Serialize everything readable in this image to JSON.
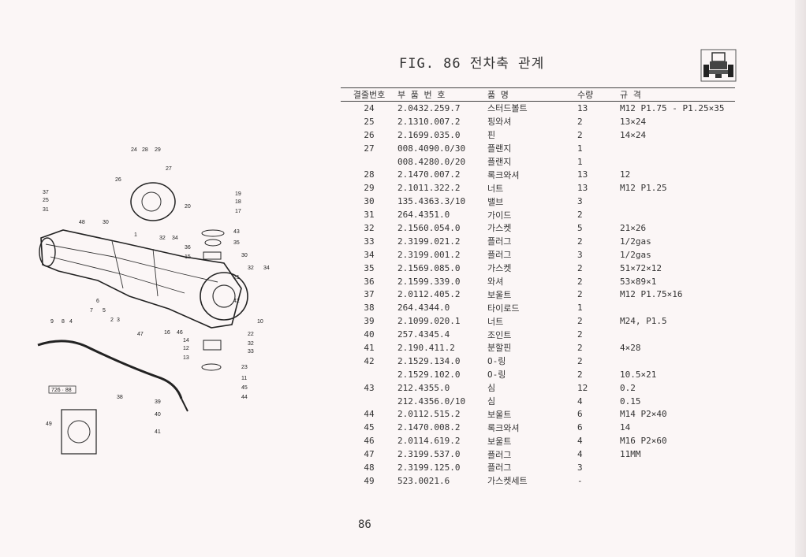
{
  "figure": {
    "title": "FIG. 86 전차축 관계"
  },
  "table": {
    "headers": {
      "ref": "결줄번호",
      "part_no": "부 품 번 호",
      "name": "품     명",
      "qty": "수량",
      "spec": "규          격"
    },
    "rows": [
      {
        "ref": "24",
        "part": "2.0432.259.7",
        "name": "스터드볼트",
        "qty": "13",
        "spec": "M12  P1.75 - P1.25×35"
      },
      {
        "ref": "25",
        "part": "2.1310.007.2",
        "name": "핑와셔",
        "qty": "2",
        "spec": "13×24"
      },
      {
        "ref": "26",
        "part": "2.1699.035.0",
        "name": "핀",
        "qty": "2",
        "spec": "14×24"
      },
      {
        "ref": "27",
        "part": "008.4090.0/30",
        "name": "플랜지",
        "qty": "1",
        "spec": ""
      },
      {
        "ref": "",
        "part": "008.4280.0/20",
        "name": "플랜지",
        "qty": "1",
        "spec": ""
      },
      {
        "ref": "28",
        "part": "2.1470.007.2",
        "name": "록크와셔",
        "qty": "13",
        "spec": "12"
      },
      {
        "ref": "29",
        "part": "2.1011.322.2",
        "name": "너트",
        "qty": "13",
        "spec": "M12 P1.25"
      },
      {
        "ref": "30",
        "part": "135.4363.3/10",
        "name": "밸브",
        "qty": "3",
        "spec": ""
      },
      {
        "ref": "31",
        "part": "264.4351.0",
        "name": "가이드",
        "qty": "2",
        "spec": ""
      },
      {
        "ref": "32",
        "part": "2.1560.054.0",
        "name": "가스켓",
        "qty": "5",
        "spec": "21×26"
      },
      {
        "ref": "33",
        "part": "2.3199.021.2",
        "name": "플러그",
        "qty": "2",
        "spec": "1/2gas"
      },
      {
        "ref": "34",
        "part": "2.3199.001.2",
        "name": "플러그",
        "qty": "3",
        "spec": "1/2gas"
      },
      {
        "ref": "35",
        "part": "2.1569.085.0",
        "name": "가스켓",
        "qty": "2",
        "spec": "51×72×12"
      },
      {
        "ref": "36",
        "part": "2.1599.339.0",
        "name": "와셔",
        "qty": "2",
        "spec": "53×89×1"
      },
      {
        "ref": "37",
        "part": "2.0112.405.2",
        "name": "보울트",
        "qty": "2",
        "spec": "M12  P1.75×16"
      },
      {
        "ref": "38",
        "part": "264.4344.0",
        "name": "타이로드",
        "qty": "1",
        "spec": ""
      },
      {
        "ref": "39",
        "part": "2.1099.020.1",
        "name": "너트",
        "qty": "2",
        "spec": "M24, P1.5"
      },
      {
        "ref": "40",
        "part": "257.4345.4",
        "name": "조인트",
        "qty": "2",
        "spec": ""
      },
      {
        "ref": "41",
        "part": "2.190.411.2",
        "name": "분할핀",
        "qty": "2",
        "spec": "4×28"
      },
      {
        "ref": "42",
        "part": "2.1529.134.0",
        "name": "O-링",
        "qty": "2",
        "spec": ""
      },
      {
        "ref": "",
        "part": "2.1529.102.0",
        "name": "O-링",
        "qty": "2",
        "spec": "10.5×21"
      },
      {
        "ref": "43",
        "part": "212.4355.0",
        "name": "심",
        "qty": "12",
        "spec": "0.2"
      },
      {
        "ref": "",
        "part": "212.4356.0/10",
        "name": "심",
        "qty": "4",
        "spec": "0.15"
      },
      {
        "ref": "44",
        "part": "2.0112.515.2",
        "name": "보울트",
        "qty": "6",
        "spec": "M14  P2×40"
      },
      {
        "ref": "45",
        "part": "2.1470.008.2",
        "name": "록크와셔",
        "qty": "6",
        "spec": "14"
      },
      {
        "ref": "46",
        "part": "2.0114.619.2",
        "name": "보울트",
        "qty": "4",
        "spec": "M16  P2×60"
      },
      {
        "ref": "47",
        "part": "2.3199.537.0",
        "name": "플러그",
        "qty": "4",
        "spec": "11MM"
      },
      {
        "ref": "48",
        "part": "2.3199.125.0",
        "name": "플러그",
        "qty": "3",
        "spec": ""
      },
      {
        "ref": "49",
        "part": "523.0021.6",
        "name": "가스켓세트",
        "qty": "-",
        "spec": ""
      }
    ]
  },
  "diagram": {
    "tag": "726 · 88",
    "callouts": [
      "24",
      "28",
      "29",
      "27",
      "26",
      "37",
      "25",
      "31",
      "19",
      "18",
      "17",
      "20",
      "48",
      "30",
      "43",
      "1",
      "32",
      "34",
      "35",
      "36",
      "15",
      "30",
      "32",
      "34",
      "21",
      "42",
      "7",
      "5",
      "6",
      "2",
      "3",
      "9",
      "8",
      "4",
      "10",
      "47",
      "16",
      "46",
      "14",
      "12",
      "13",
      "32",
      "33",
      "22",
      "23",
      "11",
      "45",
      "44",
      "38",
      "39",
      "40",
      "49",
      "41"
    ]
  },
  "page": {
    "number": "86"
  }
}
